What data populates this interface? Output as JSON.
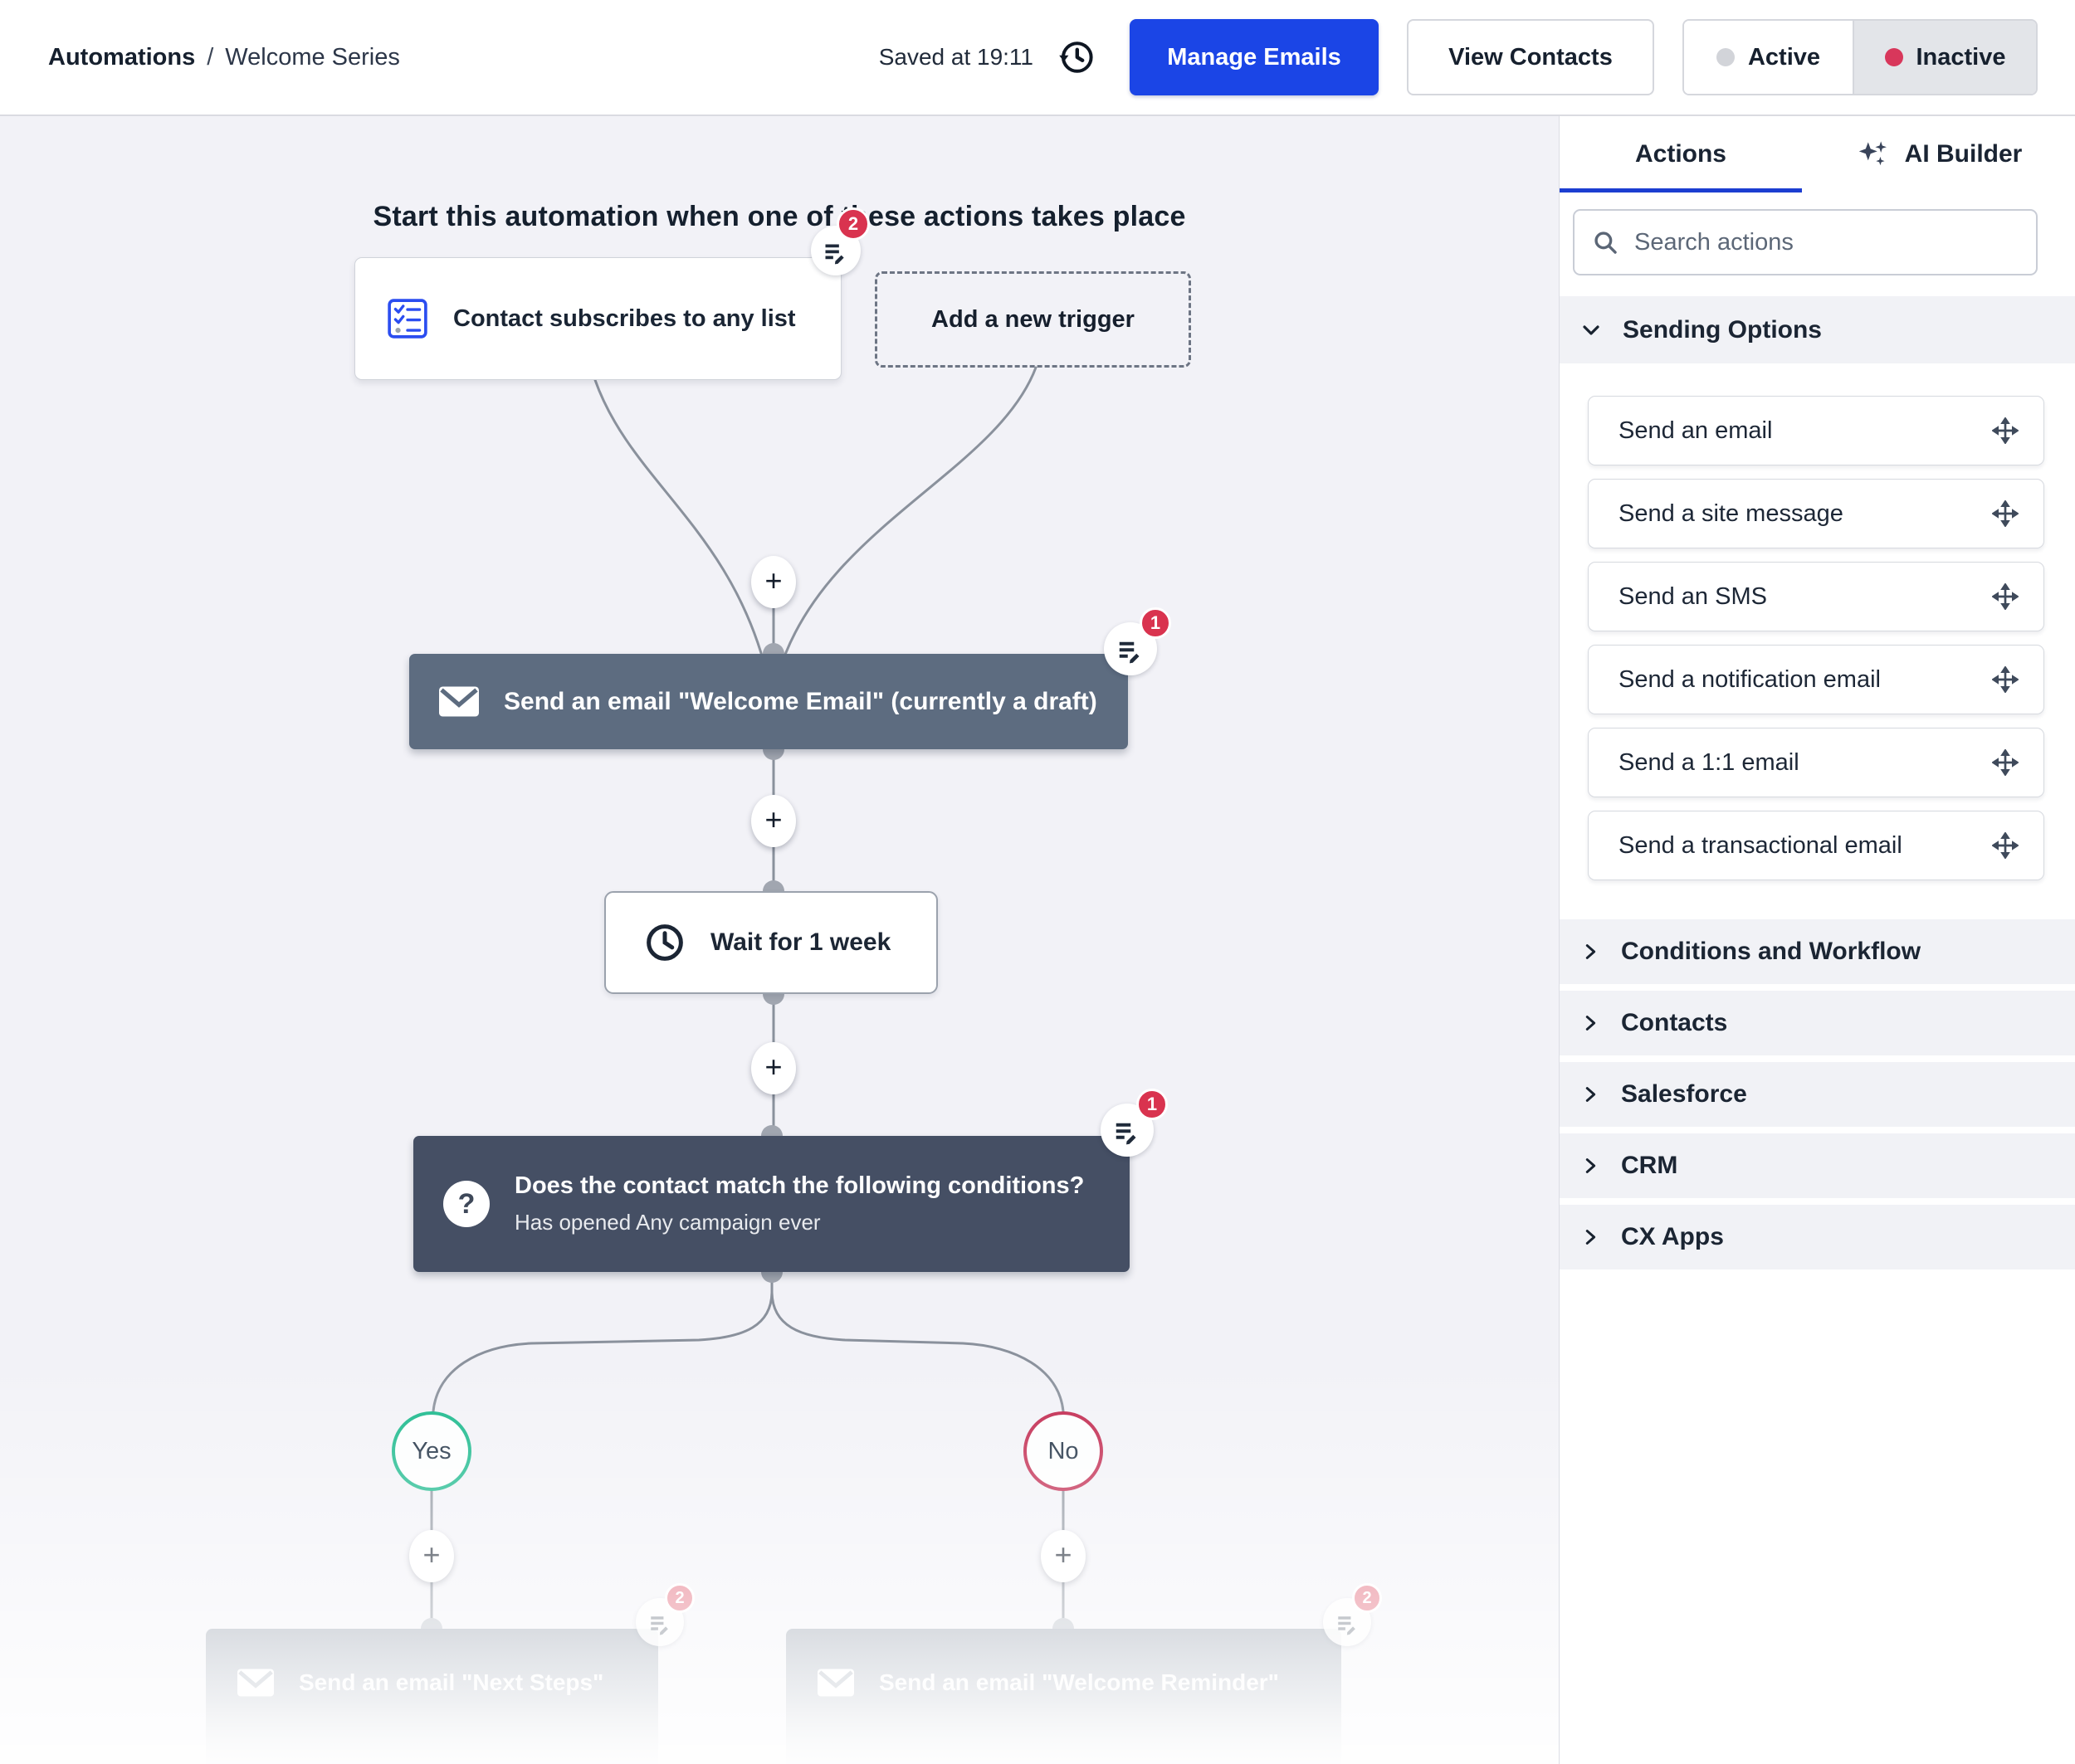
{
  "topbar": {
    "breadcrumb_primary": "Automations",
    "breadcrumb_separator": "/",
    "breadcrumb_secondary": "Welcome Series",
    "saved_text": "Saved at 19:11",
    "manage_emails_label": "Manage Emails",
    "view_contacts_label": "View Contacts",
    "active_label": "Active",
    "inactive_label": "Inactive"
  },
  "canvas": {
    "heading": "Start this automation when one of these actions takes place",
    "trigger_primary": "Contact subscribes to any list",
    "trigger_badge": "2",
    "trigger_add": "Add a new trigger",
    "plus_label": "+",
    "email_node": "Send an email \"Welcome Email\" (currently a draft)",
    "email_badge": "1",
    "wait_node": "Wait for 1 week",
    "condition_title": "Does the contact match the following conditions?",
    "condition_subtitle": "Has opened Any campaign ever",
    "condition_badge": "1",
    "yes_label": "Yes",
    "no_label": "No",
    "branch_left_node": "Send an email \"Next Steps\"",
    "branch_left_badge": "2",
    "branch_right_node": "Send an email \"Welcome Reminder\"",
    "branch_right_badge": "2"
  },
  "sidebar": {
    "tabs": [
      {
        "label": "Actions"
      },
      {
        "label": "AI Builder"
      }
    ],
    "search": {
      "placeholder": "Search actions"
    },
    "sections": [
      {
        "label": "Sending Options",
        "items": [
          "Send an email",
          "Send a site message",
          "Send an SMS",
          "Send a notification email",
          "Send a 1:1 email",
          "Send a transactional email"
        ]
      },
      {
        "label": "Conditions and Workflow"
      },
      {
        "label": "Contacts"
      },
      {
        "label": "Salesforce"
      },
      {
        "label": "CRM"
      },
      {
        "label": "CX Apps"
      }
    ]
  },
  "icons": {
    "history": "restore-clock",
    "checklist": "subscribe-list",
    "envelope": "email-envelope",
    "clock": "wait-clock",
    "question": "condition-question",
    "note": "note-pencil",
    "sparkles": "ai-sparkles",
    "search": "magnifier",
    "move": "drag-move-arrows",
    "chevron_down": "chevron-down",
    "chevron_right": "chevron-right"
  },
  "colors": {
    "accent_blue": "#1b45e6",
    "tab_underline_blue": "#1c3ed1",
    "email_node_slate": "#5d6c80",
    "condition_node_slate": "#454f64",
    "yes_green": "#14b789",
    "no_red": "#c0244b",
    "badge_red": "#d9334f",
    "inactive_dot_red": "#d8375b",
    "canvas_bg": "#f2f2f7",
    "connector_gray": "#8a919c"
  }
}
